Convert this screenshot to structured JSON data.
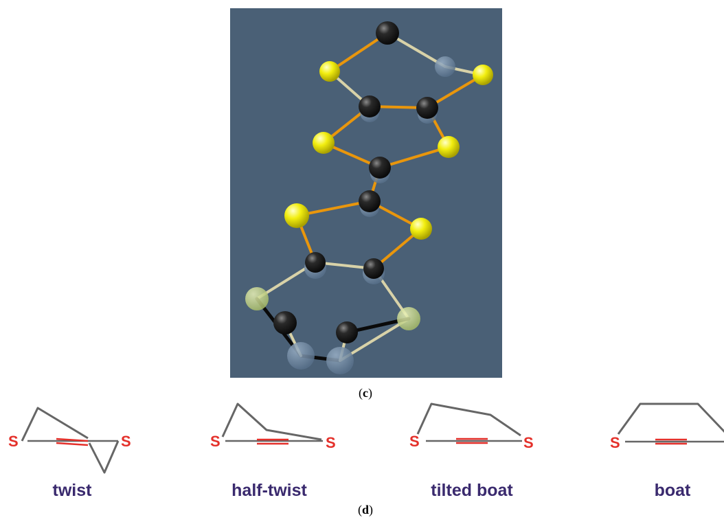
{
  "panel_c": {
    "caption_paren_open": "(",
    "caption_letter": "c",
    "caption_paren_close": ")",
    "background_color": "#4a6076",
    "atom_colors": {
      "sulfur": "#f2ee10",
      "carbon": "#1f1f1f",
      "ghost": "#6e88a2",
      "ghost_sulfur": "#c8d88a"
    },
    "bond_colors": {
      "main": "#e9960c",
      "ghost": "#d8d2a8",
      "dark": "#0a0a0a"
    }
  },
  "panel_d": {
    "caption_paren_open": "(",
    "caption_letter": "d",
    "caption_paren_close": ")",
    "atom_label": "S",
    "atom_label_color": "#e4302a",
    "label_color": "#3a2a6e",
    "ring_line_color": "#666666",
    "double_bond_color": "#e4302a",
    "conformations": [
      {
        "label": "twist"
      },
      {
        "label": "half-twist"
      },
      {
        "label": "tilted boat"
      },
      {
        "label": "boat"
      }
    ]
  }
}
